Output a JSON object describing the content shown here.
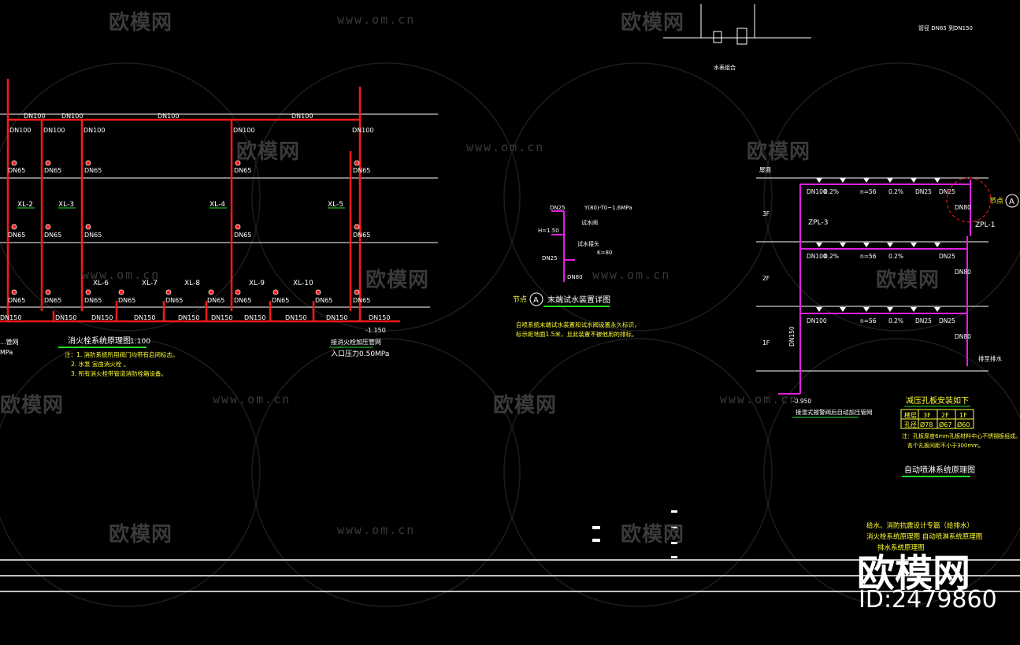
{
  "colors": {
    "background": "#000000",
    "fire_pipe": "#ff1a1a",
    "spray_pipe": "#e020e0",
    "annotation": "#ffff33",
    "label_green": "#22dd22",
    "label_cyan": "#22dddd",
    "floor_line": "#ffffff"
  },
  "watermarks": {
    "brand_cn": "欧模网",
    "url": "www.om.cn"
  },
  "brand": {
    "name": "欧模网",
    "id": "ID:2479860"
  },
  "hydrant_diagram": {
    "title": "消火栓系统原理图",
    "scale": "1:100",
    "top_labels": [
      "DN100",
      "DN100",
      "DN100",
      "DN100"
    ],
    "riser_labels": [
      "XL-2",
      "XL-3",
      "XL-4",
      "XL-5"
    ],
    "branch_labels": [
      "DN100",
      "DN100",
      "DN100",
      "DN100",
      "DN100"
    ],
    "hydrant_label": "DN65",
    "bottom_labels": [
      "DN150",
      "DN150",
      "DN150",
      "DN150",
      "DN150",
      "DN150",
      "DN150",
      "DN150",
      "DN150"
    ],
    "lower_risers": [
      "XL-6",
      "XL-7",
      "XL-8",
      "XL-9",
      "XL-10"
    ],
    "inlet_elev": "-1.150",
    "left_note": "...管网",
    "left_pressure": "MPa",
    "right_note": "接消火栓加压管网",
    "right_pressure": "入口压力0.50MPa",
    "notes": [
      "注：1. 消防系统所用阀门均带有启闭标志。",
      "2. 水泵        宜由消火栓 。",
      "3. 所有消火栓带管道消防栓箱设备。"
    ]
  },
  "test_device": {
    "labels": [
      "DN25",
      "Y(80)-T0~1.6MPa",
      "H=1.50",
      "试水阀",
      "试水接头",
      "DN25",
      "DN80",
      "K=80"
    ],
    "node_label": "节点",
    "node_marker": "A",
    "title": "末端试水装置详图",
    "notes": [
      "自喷系统末端试水装置和试水阀设置永久标识，",
      "标示距地面1.5米，且此装置不被他用的排标。"
    ]
  },
  "valve_detail": {
    "caption": "水表组合",
    "top_note": "管径 DN65 到DN150"
  },
  "sprinkler_diagram": {
    "title": "自动喷淋系统原理图",
    "roof_label": "屋面",
    "floors": [
      "3F",
      "2F",
      "1F"
    ],
    "risers": [
      "ZPL-3",
      "ZPL-1"
    ],
    "main_pipe": "DN100",
    "slope": "0.2%",
    "count_label": "n=56",
    "branch": "DN25",
    "drop": "DN80",
    "riser_pipe": "DN150",
    "elev": "-0.950",
    "drain": "排至排水",
    "node_label": "节点",
    "node_marker": "A",
    "inlet_note": "接湿式报警阀后自动加压管网"
  },
  "orifice_table": {
    "title": "减压孔板安装如下",
    "header": [
      "楼层",
      "3F",
      "2F",
      "1F"
    ],
    "row": [
      "孔径",
      "Ø78",
      "Ø67",
      "Ø60"
    ],
    "notes": [
      "注：孔板厚度6mm孔板材料中心不锈钢板组成。",
      "各个孔板间距不小于300mm。"
    ]
  },
  "title_block": {
    "lines": [
      "给水、消防抗震设计专篇（给排水）",
      "消火栓系统原理图    自动喷淋系统原理图",
      "排水系统原理图"
    ]
  }
}
